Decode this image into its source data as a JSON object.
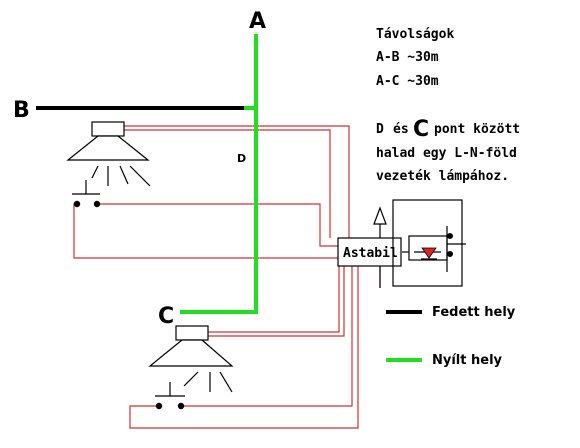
{
  "labels": {
    "a": "A",
    "b": "B",
    "c": "C",
    "d": "D"
  },
  "notes": {
    "title": "Távolságok",
    "line1": "A-B ~30m",
    "line2": "A-C ~30m",
    "desc_d": "D",
    "desc_es": "és",
    "desc_c": "C",
    "desc_rest": "pont között",
    "desc_line2": "halad egy L-N-föld",
    "desc_line3": "vezeték lámpához."
  },
  "device": {
    "label": "Astabil"
  },
  "legend": {
    "covered": {
      "label": "Fedett hely",
      "color": "#000000"
    },
    "open": {
      "label": "Nyílt hely",
      "color": "#22dd22"
    }
  },
  "colors": {
    "wire": "#cc3333",
    "led": "#dd2222"
  }
}
